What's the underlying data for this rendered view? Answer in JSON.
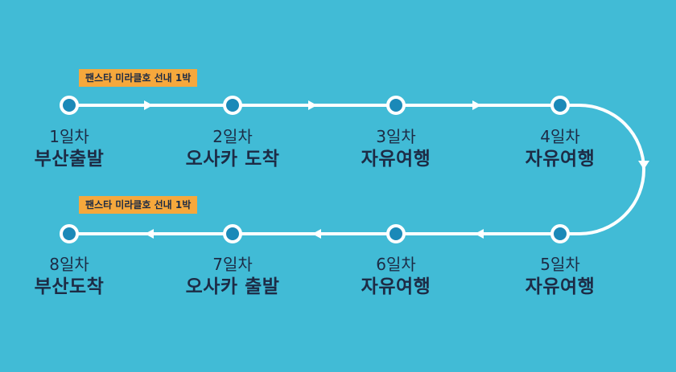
{
  "colors": {
    "background": "#41bbd6",
    "line": "#ffffff",
    "node_fill": "#1b89b8",
    "badge": "#f6a83c",
    "text": "#1d2b45"
  },
  "badges": {
    "top": "팬스타 미라클호 선내 1박",
    "bottom": "팬스타 미라클호 선내 1박"
  },
  "days": [
    {
      "num": "1일차",
      "title": "부산출발"
    },
    {
      "num": "2일차",
      "title": "오사카 도착"
    },
    {
      "num": "3일차",
      "title": "자유여행"
    },
    {
      "num": "4일차",
      "title": "자유여행"
    },
    {
      "num": "5일차",
      "title": "자유여행"
    },
    {
      "num": "6일차",
      "title": "자유여행"
    },
    {
      "num": "7일차",
      "title": "오사카 출발"
    },
    {
      "num": "8일차",
      "title": "부산도착"
    }
  ]
}
